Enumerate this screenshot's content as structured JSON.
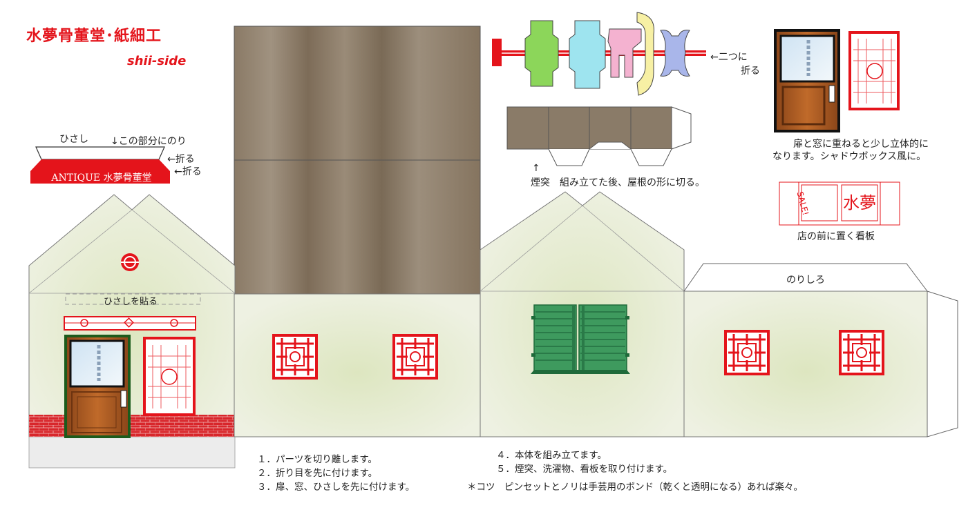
{
  "header": {
    "title": "水夢骨董堂･紙細工",
    "subtitle": "shii-side"
  },
  "awning": {
    "label": "ひさし",
    "glue_note": "↓この部分にのり",
    "fold1": "←折る",
    "fold2": "←折る",
    "sign_text": "ANTIQUE 水夢骨董堂"
  },
  "front_wall": {
    "awning_spot": "ひさしを貼る"
  },
  "laundry": {
    "fold_note_line1": "←二つに",
    "fold_note_line2": "折る"
  },
  "chimney": {
    "arrow": "↑",
    "note": "煙突　組み立てた後、屋根の形に切る。"
  },
  "door_window": {
    "note_line1": "扉と窓に重ねると少し立体的に",
    "note_line2": "なります。シャドウボックス風に。"
  },
  "signboard": {
    "sale_text": "SALE!",
    "caption": "店の前に置く看板"
  },
  "side_wall": {
    "glue_flap": "のりしろ"
  },
  "instructions": {
    "step1": "１．パーツを切り離します。",
    "step2": "２．折り目を先に付けます。",
    "step3": "３．扉、窓、ひさしを先に付けます。",
    "step4": "４．本体を組み立てます。",
    "step5": "５．煙突、洗濯物、看板を取り付けます。",
    "tip": "＊コツ　ピンセットとノリは手芸用のボンド（乾くと透明になる）あれば楽々。"
  },
  "colors": {
    "accent_red": "#e4141b",
    "wall_green": "#e6ebd6",
    "roof_brown": "#8a7b68",
    "shutter_green": "#3e9a5e",
    "door_brown": "#b0622a"
  }
}
